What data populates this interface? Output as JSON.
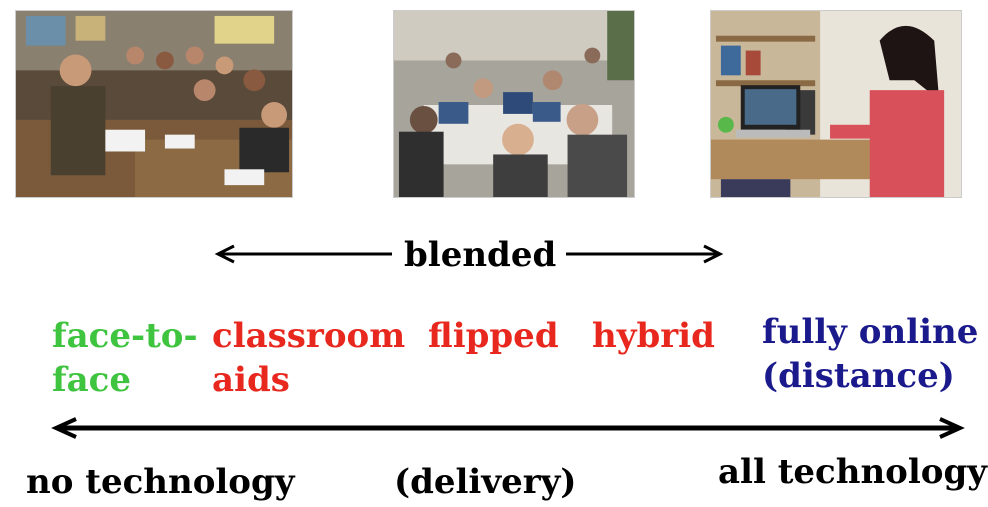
{
  "photos": [
    {
      "icon": "classroom-lecture-photo",
      "description_icon": "instructor-with-students-icon"
    },
    {
      "icon": "group-laptop-photo",
      "description_icon": "students-with-laptops-icon"
    },
    {
      "icon": "home-online-photo",
      "description_icon": "student-at-computer-icon"
    }
  ],
  "blended": {
    "label": "blended"
  },
  "categories": [
    {
      "line1": "face-to-",
      "line2": "face",
      "color": "#3fc43f"
    },
    {
      "line1": "classroom",
      "line2": "aids",
      "color": "#e8281e"
    },
    {
      "line1": "flipped",
      "line2": "",
      "color": "#e8281e"
    },
    {
      "line1": "hybrid",
      "line2": "",
      "color": "#e8281e"
    },
    {
      "line1": "fully online",
      "line2": "(distance)",
      "color": "#1a1a8c"
    }
  ],
  "axis": {
    "left_label": "no technology",
    "center_label": "(delivery)",
    "right_label": "all technology"
  },
  "colors": {
    "green": "#3fc43f",
    "red": "#e8281e",
    "navy": "#1a1a8c",
    "black": "#000000"
  }
}
